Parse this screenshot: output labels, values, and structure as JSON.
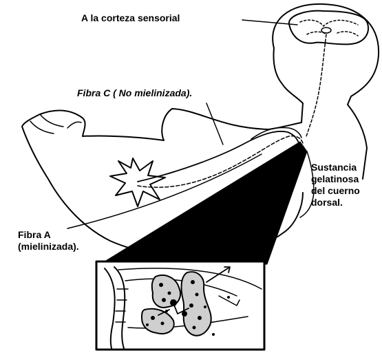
{
  "labels": {
    "cortex": "A la corteza sensorial",
    "fiber_c": "Fibra C ( No mielinizada).",
    "fiber_a_line1": "Fibra A",
    "fiber_a_line2": "(mielinizada).",
    "dorsal_horn_line1": "Sustancia",
    "dorsal_horn_line2": "gelatinosa",
    "dorsal_horn_line3": "del cuerno",
    "dorsal_horn_line4": "dorsal."
  },
  "colors": {
    "ink": "#000000",
    "paper": "#ffffff",
    "tissue": "#cfcfcf"
  }
}
